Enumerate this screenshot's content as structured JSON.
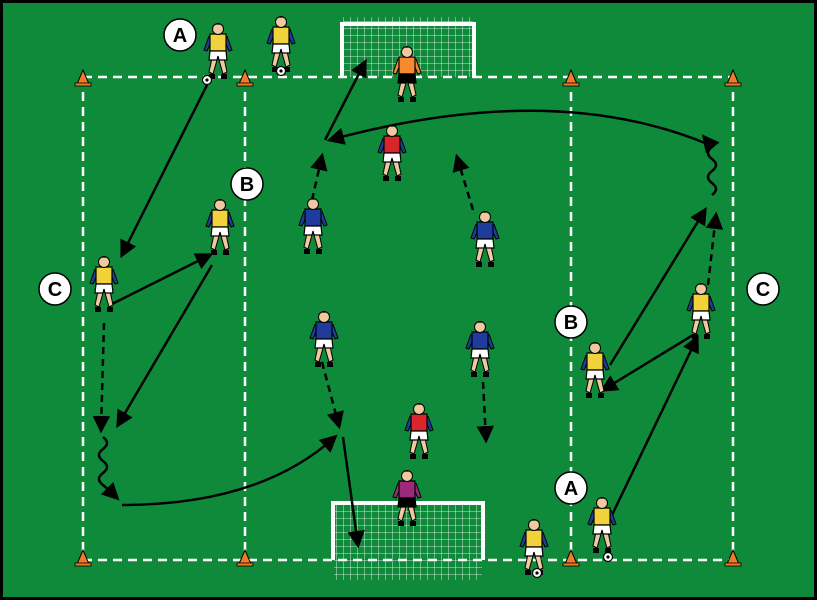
{
  "colors": {
    "pitch": "#0e8a3a",
    "pitch_border": "#000000",
    "line": "#ffffff",
    "cone": "#f07a2a",
    "arrow": "#000000",
    "team_blue": "#1f3c9c",
    "team_red": "#d8262b",
    "team_yellow_bib": "#f2d23a",
    "goalkeeper_top": "#f58a2e",
    "goalkeeper_bottom": "#9b2a7a"
  },
  "labels": {
    "a_top": "A",
    "a_bottom": "A",
    "b_left": "B",
    "b_right": "B",
    "c_left": "C",
    "c_right": "C"
  },
  "icons": {
    "player": "player-icon",
    "goal": "goal-icon",
    "cone": "cone-icon",
    "ball": "ball-icon"
  }
}
